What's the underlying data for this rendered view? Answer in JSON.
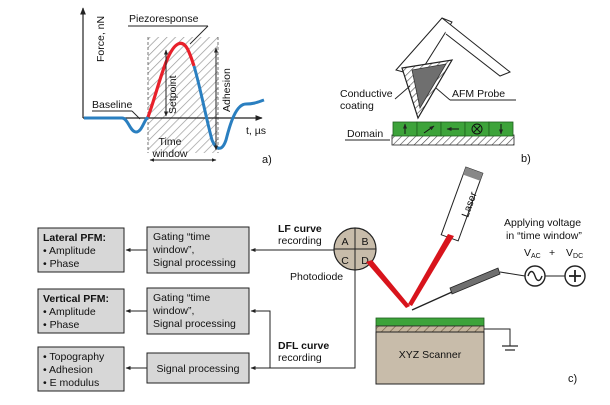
{
  "panel_a": {
    "y_axis_label": "Force, nN",
    "x_axis_label": "t, µs",
    "piezoresponse_label": "Piezoresponse",
    "baseline_label": "Baseline",
    "setpoint_label": "Setpoint",
    "adhesion_label": "Adhesion",
    "time_window_line1": "Time",
    "time_window_line2": "window",
    "panel_letter": "a)"
  },
  "panel_b": {
    "conductive_line1": "Conductive",
    "conductive_line2": "coating",
    "afm_probe_label": "AFM Probe",
    "domain_label": "Domain",
    "panel_letter": "b)"
  },
  "panel_c": {
    "lateral_title": "Lateral PFM:",
    "lateral_items": [
      "Amplitude",
      "Phase"
    ],
    "vertical_title": "Vertical PFM:",
    "vertical_items": [
      "Amplitude",
      "Phase"
    ],
    "bottom_items": [
      "Topography",
      "Adhesion",
      "E modulus"
    ],
    "gating_line1": "Gating “time",
    "gating_line2": "window”,",
    "gating_line3": "Signal processing",
    "signal_processing": "Signal processing",
    "lf_line1": "LF curve",
    "lf_line2": "recording",
    "dfl_line1": "DFL curve",
    "dfl_line2": "recording",
    "photodiode_label": "Photodiode",
    "quadrants": [
      "A",
      "B",
      "C",
      "D"
    ],
    "laser_label": "Laser",
    "voltage_line1": "Applying voltage",
    "voltage_line2": "in “time window”",
    "vac": "V",
    "vac_sub": "AC",
    "plus_between": "+",
    "vdc": "V",
    "vdc_sub": "DC",
    "scanner_label": "XYZ Scanner",
    "panel_letter": "c)"
  },
  "colors": {
    "curve_red": "#e8202a",
    "curve_blue": "#2a7fc0",
    "box_fill": "#d7d7d7",
    "sample_green": "#3da33a",
    "laser_red": "#d8141c",
    "scanner_fill": "#c8bcaa",
    "probe_grey": "#6f6f6f"
  }
}
